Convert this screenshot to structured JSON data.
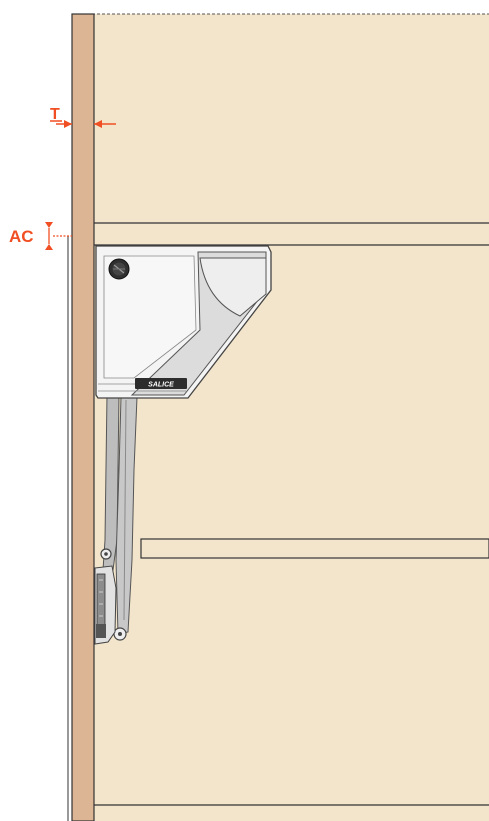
{
  "labels": {
    "thickness": "T",
    "clearance": "AC"
  },
  "mechanism": {
    "logo_text": "SALICE"
  },
  "colors": {
    "cabinet_interior": "#f3e5cb",
    "door_panel": "#dbb594",
    "dimension_accent": "#f04e23",
    "line": "#333333",
    "mechanism_body": "#f4f4f4",
    "mechanism_shadow": "#dcdcdc",
    "arm": "#b8b8b8",
    "arm_dark": "#8a8a8a"
  }
}
